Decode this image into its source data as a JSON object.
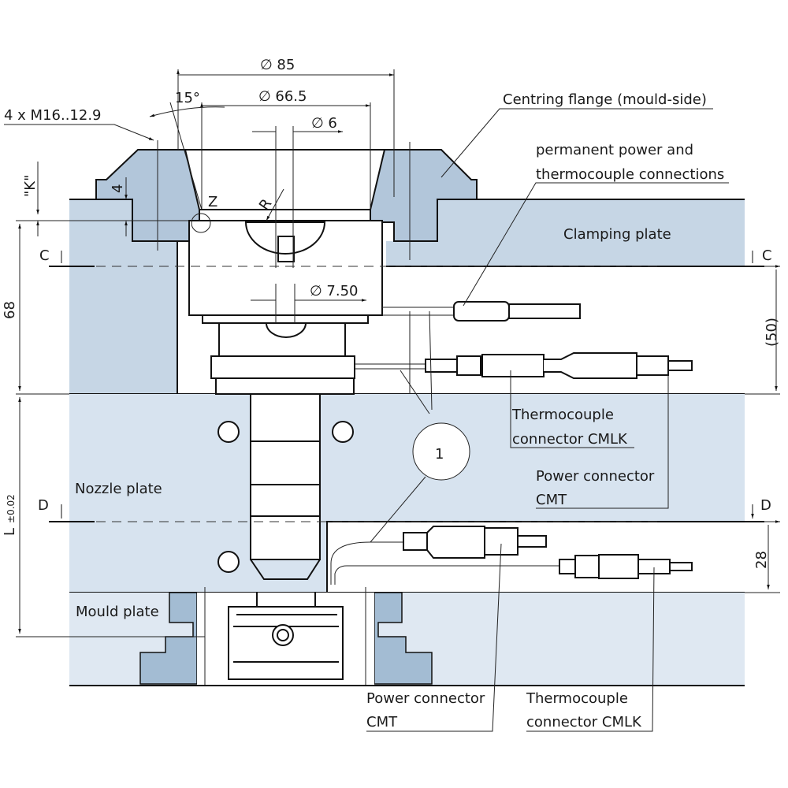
{
  "dimensions": {
    "d85": "∅ 85",
    "d66": "∅ 66.5",
    "d6": "∅ 6",
    "d750": "∅ 7.50",
    "angle": "15°",
    "thread": "4 x M16..12.9",
    "k": "\"K\"",
    "four": "4",
    "z": "Z",
    "r": "R",
    "h68": "68",
    "h50": "(50)",
    "h28": "28",
    "L": "L",
    "Ltol": "±0.02",
    "sectionC": "C",
    "sectionD": "D"
  },
  "labels": {
    "centring_flange": "Centring flange (mould-side)",
    "permanent1": "permanent power and",
    "permanent2": "thermocouple connections",
    "clamping_plate": "Clamping plate",
    "nozzle_plate": "Nozzle plate",
    "mould_plate": "Mould plate",
    "tc_upper1": "Thermocouple",
    "tc_upper2": "connector CMLK",
    "pw_upper1": "Power connector",
    "pw_upper2": "CMT",
    "pw_lower1": "Power connector",
    "pw_lower2": "CMT",
    "tc_lower1": "Thermocouple",
    "tc_lower2": "connector CMLK",
    "callout": "1"
  },
  "colors": {
    "clamping": "#c6d6e5",
    "flange": "#b2c6da",
    "nozzle": "#d7e3ef",
    "mould": "#dfe8f2",
    "insert": "#a3bcd3"
  }
}
